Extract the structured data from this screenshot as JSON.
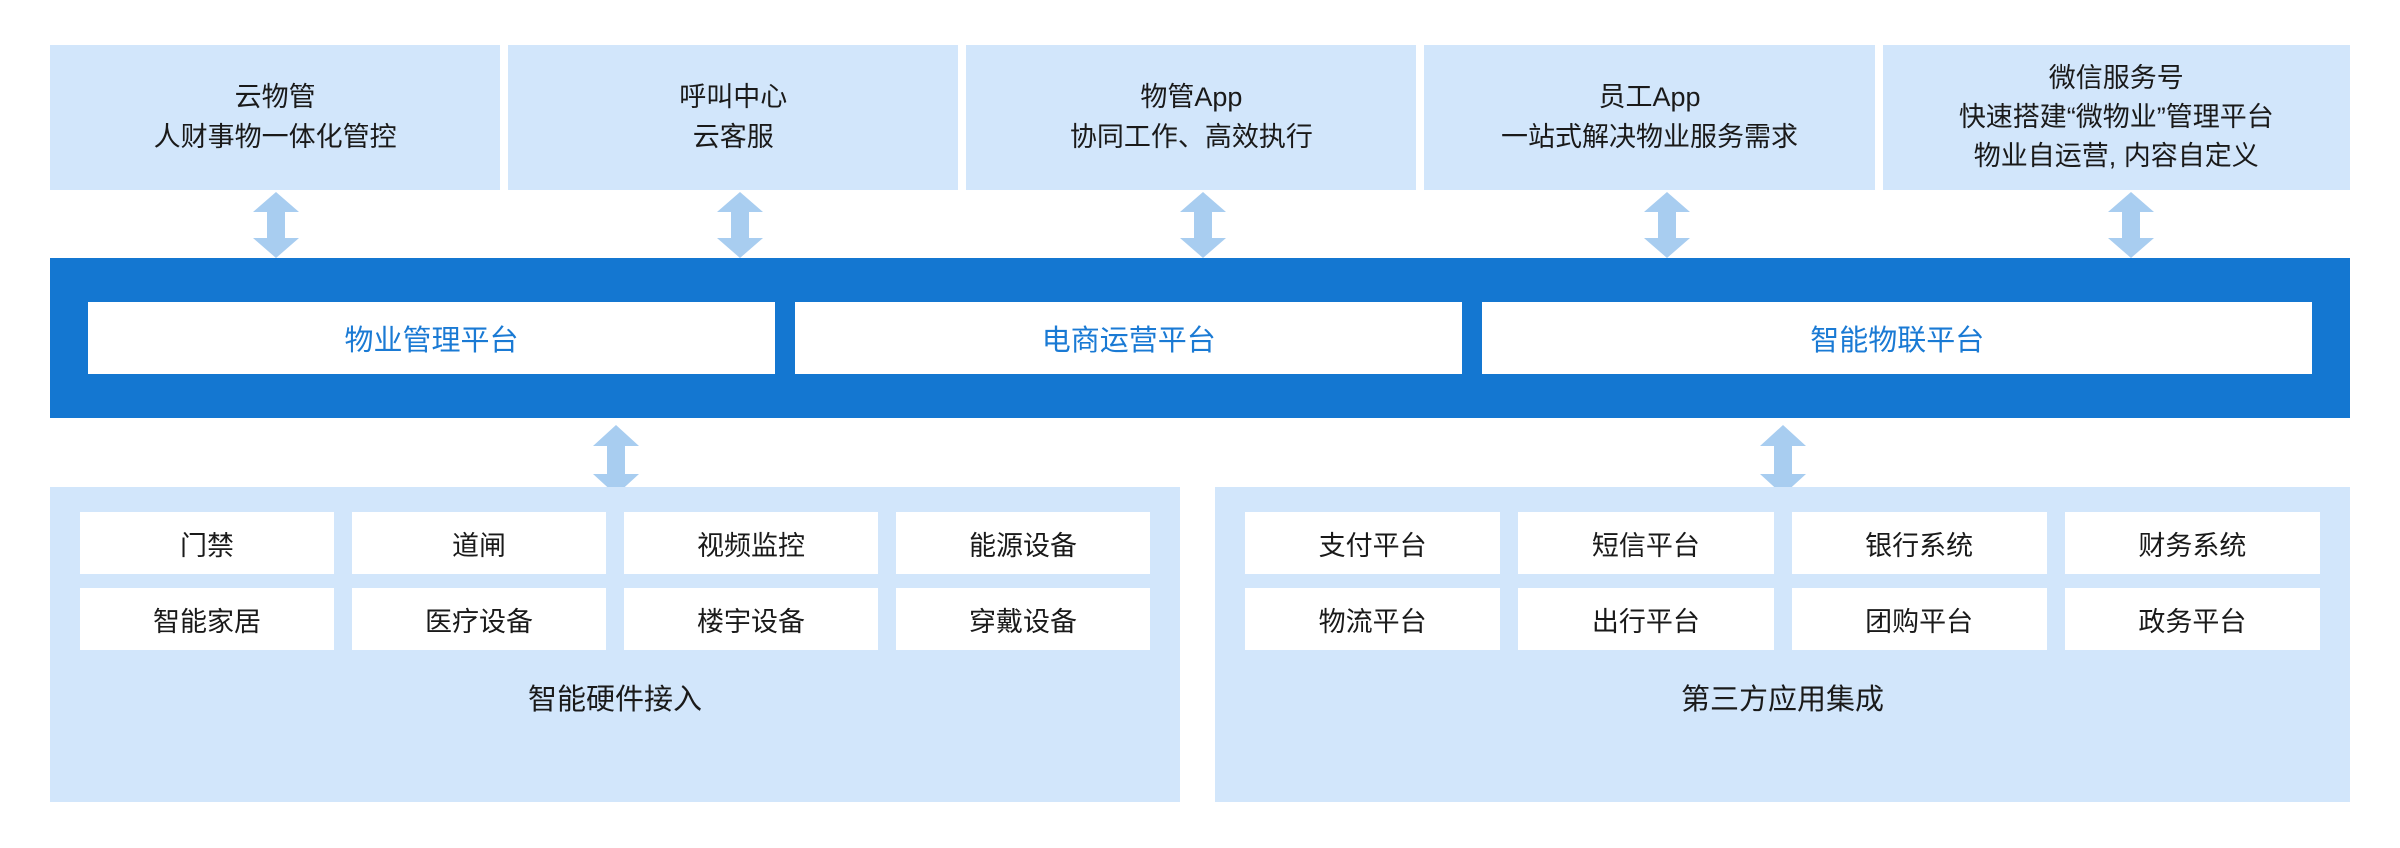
{
  "colors": {
    "band_blue": "#1477d1",
    "panel_light_blue": "#d2e6fb",
    "arrow_blue": "#a8cdf0",
    "platform_text_blue": "#1a7ad4",
    "page_background": "#ffffff",
    "tile_white": "#ffffff",
    "text_dark": "#1a1a1a"
  },
  "channels": [
    {
      "title": "云物管",
      "lines": [
        "人财事物一体化管控"
      ]
    },
    {
      "title": "呼叫中心",
      "lines": [
        "云客服"
      ]
    },
    {
      "title": "物管App",
      "lines": [
        "协同工作、高效执行"
      ]
    },
    {
      "title": "员工App",
      "lines": [
        "一站式解决物业服务需求"
      ]
    },
    {
      "title": "微信服务号",
      "lines": [
        "快速搭建“微物业”管理平台",
        "物业自运营, 内容自定义"
      ]
    }
  ],
  "platforms": [
    {
      "label": "物业管理平台"
    },
    {
      "label": "电商运营平台"
    },
    {
      "label": "智能物联平台"
    }
  ],
  "panels": [
    {
      "id": "hardware",
      "caption": "智能硬件接入",
      "tiles": [
        "门禁",
        "道闸",
        "视频监控",
        "能源设备",
        "智能家居",
        "医疗设备",
        "楼宇设备",
        "穿戴设备"
      ]
    },
    {
      "id": "thirdparty",
      "caption": "第三方应用集成",
      "tiles": [
        "支付平台",
        "短信平台",
        "银行系统",
        "财务系统",
        "物流平台",
        "出行平台",
        "团购平台",
        "政务平台"
      ]
    }
  ],
  "arrows": {
    "icon": "double-headed-vertical-arrow",
    "count_top": 5,
    "count_bottom": 2
  }
}
